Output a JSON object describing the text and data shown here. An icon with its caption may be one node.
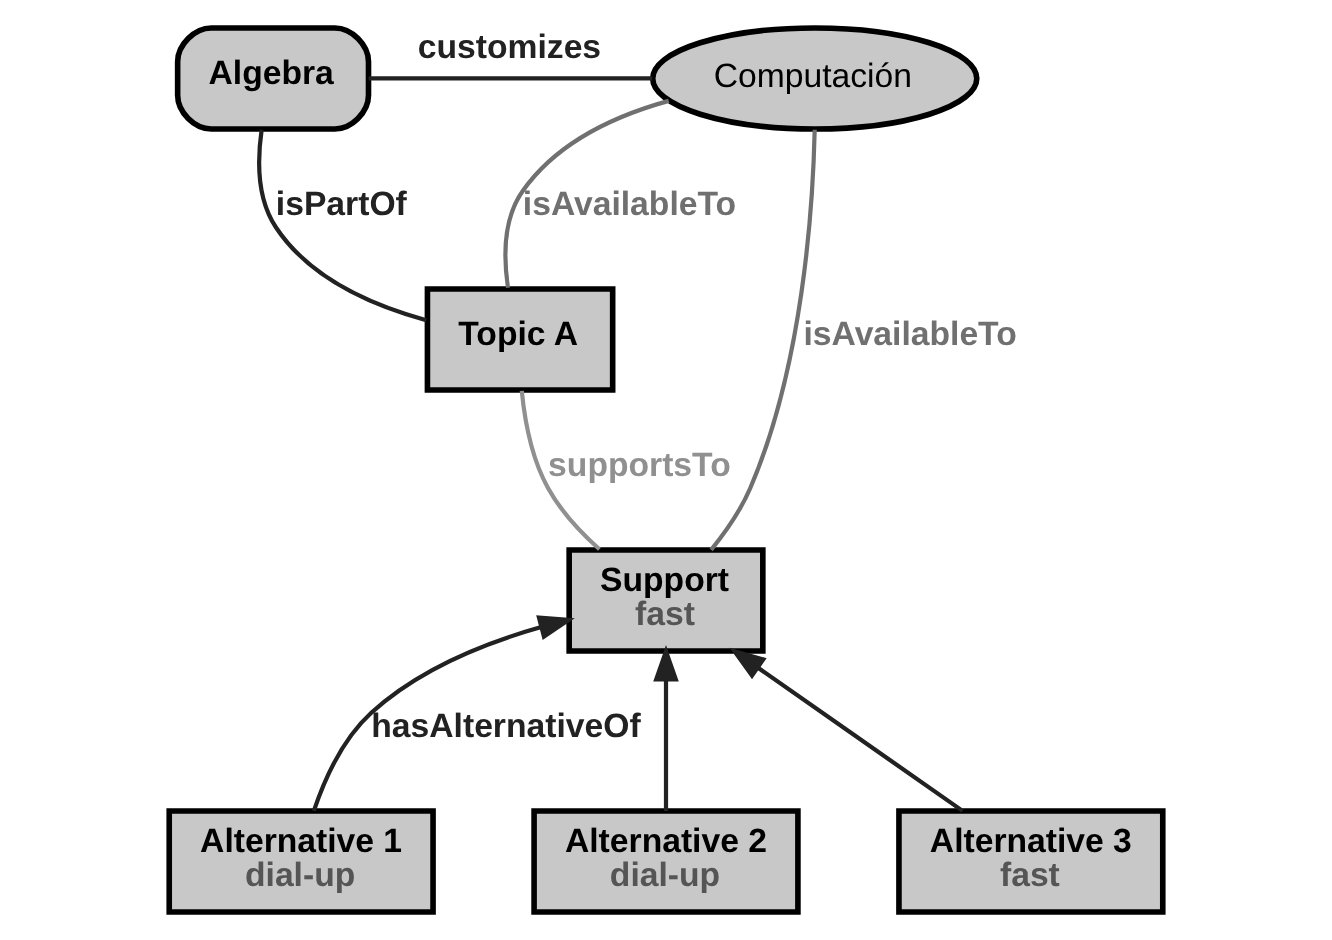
{
  "diagram": {
    "nodes": [
      {
        "text": [
          "Algebra"
        ]
      },
      {
        "text": [
          "Computación"
        ]
      },
      {
        "text": [
          "Topic A"
        ]
      },
      {
        "text": [
          "Support",
          "fast"
        ]
      },
      {
        "text": [
          "Alternative 1",
          "dial-up"
        ]
      },
      {
        "text": [
          "Alternative 2",
          "dial-up"
        ]
      },
      {
        "text": [
          "Alternative 3",
          "fast"
        ]
      }
    ],
    "edges": [
      {
        "from": 0,
        "to": 1,
        "arrow": "none",
        "label": "customizes"
      },
      {
        "from": 0,
        "to": 2,
        "arrow": "none",
        "label": "isPartOf"
      },
      {
        "from": 2,
        "to": 1,
        "arrow": "none",
        "label": "isAvailableTo",
        "color": "#707070"
      },
      {
        "from": 2,
        "to": 3,
        "arrow": "none",
        "label": "supportsTo",
        "color": "#909090"
      },
      {
        "from": 3,
        "to": 1,
        "arrow": "none",
        "label": "isAvailableTo",
        "color": "#707070"
      },
      {
        "from": 4,
        "to": 3,
        "arrow": "to",
        "label": "hasAlternativeOf"
      },
      {
        "from": 5,
        "to": 3,
        "arrow": "to"
      },
      {
        "from": 6,
        "to": 3,
        "arrow": "to"
      }
    ]
  }
}
